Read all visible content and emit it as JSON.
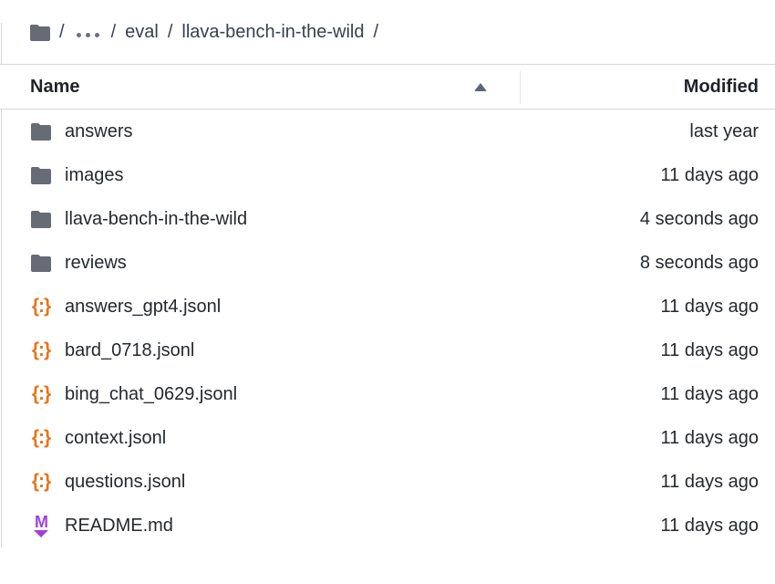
{
  "breadcrumb": {
    "root_icon": "folder-icon",
    "separator": "/",
    "ellipsis_icon": "more-horizontal-icon",
    "segments": [
      {
        "label": "eval"
      },
      {
        "label": "llava-bench-in-the-wild"
      }
    ],
    "trailing_separator": "/"
  },
  "table": {
    "header": {
      "name_label": "Name",
      "modified_label": "Modified",
      "sort_icon": "caret-up-icon",
      "sort_column": "Name",
      "sort_direction": "ascending"
    },
    "rows": [
      {
        "icon": "folder-icon",
        "name": "answers",
        "modified": "last year"
      },
      {
        "icon": "folder-icon",
        "name": "images",
        "modified": "11 days ago"
      },
      {
        "icon": "folder-icon",
        "name": "llava-bench-in-the-wild",
        "modified": "4 seconds ago"
      },
      {
        "icon": "folder-icon",
        "name": "reviews",
        "modified": "8 seconds ago"
      },
      {
        "icon": "json-icon",
        "name": "answers_gpt4.jsonl",
        "modified": "11 days ago"
      },
      {
        "icon": "json-icon",
        "name": "bard_0718.jsonl",
        "modified": "11 days ago"
      },
      {
        "icon": "json-icon",
        "name": "bing_chat_0629.jsonl",
        "modified": "11 days ago"
      },
      {
        "icon": "json-icon",
        "name": "context.jsonl",
        "modified": "11 days ago"
      },
      {
        "icon": "json-icon",
        "name": "questions.jsonl",
        "modified": "11 days ago"
      },
      {
        "icon": "markdown-icon",
        "name": "README.md",
        "modified": "11 days ago"
      }
    ]
  },
  "icons": {
    "json_glyph": "{:}",
    "markdown_letter": "M"
  },
  "colors": {
    "folder_icon": "#656c76",
    "json_icon": "#e8751a",
    "markdown_icon": "#9f43d7",
    "border": "#d6d7d9",
    "column_divider": "#e3e4e7",
    "text": "#24292e"
  }
}
